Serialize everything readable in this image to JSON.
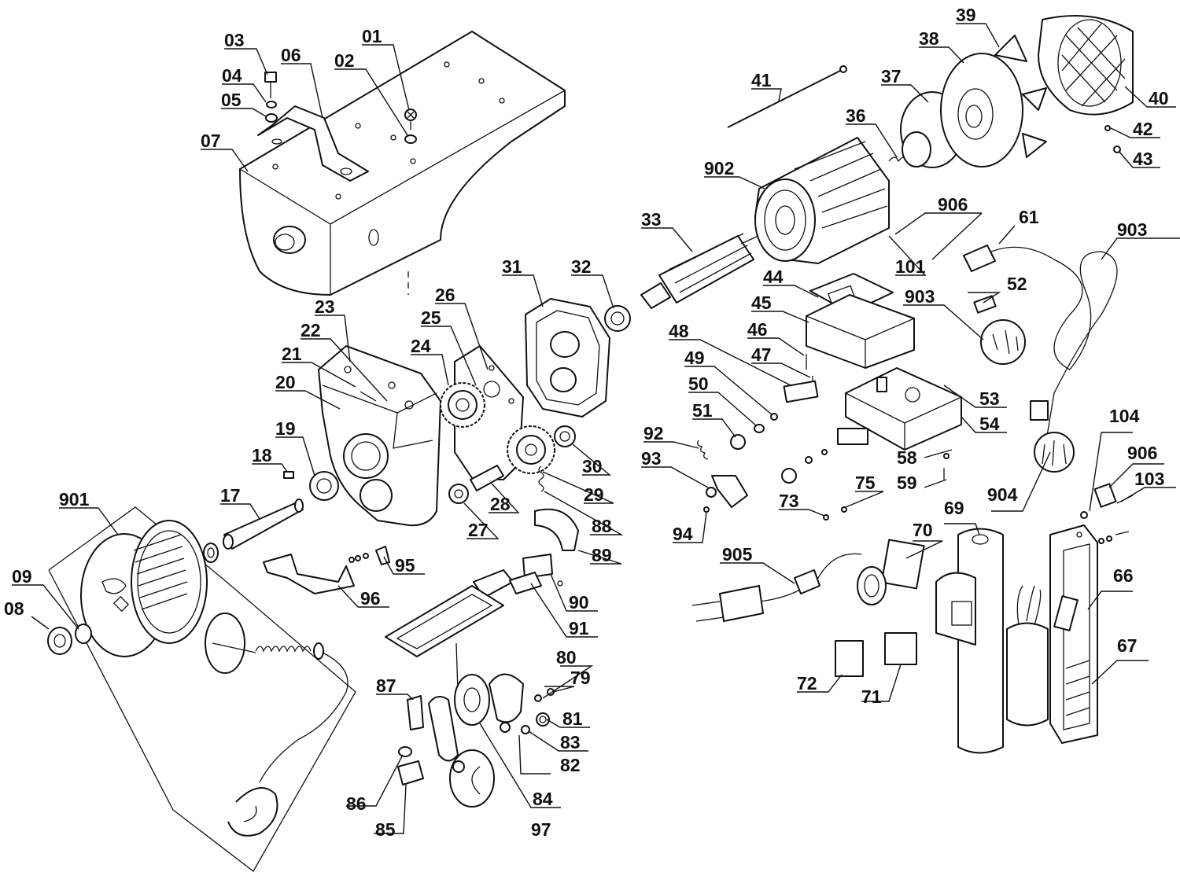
{
  "callouts": [
    {
      "id": "label-01",
      "text": "01"
    },
    {
      "id": "label-02",
      "text": "02"
    },
    {
      "id": "label-03",
      "text": "03"
    },
    {
      "id": "label-04",
      "text": "04"
    },
    {
      "id": "label-05",
      "text": "05"
    },
    {
      "id": "label-06",
      "text": "06"
    },
    {
      "id": "label-07",
      "text": "07"
    },
    {
      "id": "label-08",
      "text": "08"
    },
    {
      "id": "label-09",
      "text": "09"
    },
    {
      "id": "label-17",
      "text": "17"
    },
    {
      "id": "label-18",
      "text": "18"
    },
    {
      "id": "label-19",
      "text": "19"
    },
    {
      "id": "label-20",
      "text": "20"
    },
    {
      "id": "label-21",
      "text": "21"
    },
    {
      "id": "label-22",
      "text": "22"
    },
    {
      "id": "label-23",
      "text": "23"
    },
    {
      "id": "label-24",
      "text": "24"
    },
    {
      "id": "label-25",
      "text": "25"
    },
    {
      "id": "label-26",
      "text": "26"
    },
    {
      "id": "label-27",
      "text": "27"
    },
    {
      "id": "label-28",
      "text": "28"
    },
    {
      "id": "label-29",
      "text": "29"
    },
    {
      "id": "label-30",
      "text": "30"
    },
    {
      "id": "label-31",
      "text": "31"
    },
    {
      "id": "label-32",
      "text": "32"
    },
    {
      "id": "label-33",
      "text": "33"
    },
    {
      "id": "label-36",
      "text": "36"
    },
    {
      "id": "label-37",
      "text": "37"
    },
    {
      "id": "label-38",
      "text": "38"
    },
    {
      "id": "label-39",
      "text": "39"
    },
    {
      "id": "label-40",
      "text": "40"
    },
    {
      "id": "label-41",
      "text": "41"
    },
    {
      "id": "label-42",
      "text": "42"
    },
    {
      "id": "label-43",
      "text": "43"
    },
    {
      "id": "label-44",
      "text": "44"
    },
    {
      "id": "label-45",
      "text": "45"
    },
    {
      "id": "label-46",
      "text": "46"
    },
    {
      "id": "label-47",
      "text": "47"
    },
    {
      "id": "label-48",
      "text": "48"
    },
    {
      "id": "label-49",
      "text": "49"
    },
    {
      "id": "label-50",
      "text": "50"
    },
    {
      "id": "label-51",
      "text": "51"
    },
    {
      "id": "label-52",
      "text": "52"
    },
    {
      "id": "label-53",
      "text": "53"
    },
    {
      "id": "label-54",
      "text": "54"
    },
    {
      "id": "label-58",
      "text": "58"
    },
    {
      "id": "label-59",
      "text": "59"
    },
    {
      "id": "label-61",
      "text": "61"
    },
    {
      "id": "label-66",
      "text": "66"
    },
    {
      "id": "label-67",
      "text": "67"
    },
    {
      "id": "label-69",
      "text": "69"
    },
    {
      "id": "label-70",
      "text": "70"
    },
    {
      "id": "label-71",
      "text": "71"
    },
    {
      "id": "label-72",
      "text": "72"
    },
    {
      "id": "label-73",
      "text": "73"
    },
    {
      "id": "label-75",
      "text": "75"
    },
    {
      "id": "label-79",
      "text": "79"
    },
    {
      "id": "label-80",
      "text": "80"
    },
    {
      "id": "label-81",
      "text": "81"
    },
    {
      "id": "label-82",
      "text": "82"
    },
    {
      "id": "label-83",
      "text": "83"
    },
    {
      "id": "label-84",
      "text": "84"
    },
    {
      "id": "label-85",
      "text": "85"
    },
    {
      "id": "label-86",
      "text": "86"
    },
    {
      "id": "label-87",
      "text": "87"
    },
    {
      "id": "label-88",
      "text": "88"
    },
    {
      "id": "label-89",
      "text": "89"
    },
    {
      "id": "label-90",
      "text": "90"
    },
    {
      "id": "label-91",
      "text": "91"
    },
    {
      "id": "label-92",
      "text": "92"
    },
    {
      "id": "label-93",
      "text": "93"
    },
    {
      "id": "label-94",
      "text": "94"
    },
    {
      "id": "label-95",
      "text": "95"
    },
    {
      "id": "label-96",
      "text": "96"
    },
    {
      "id": "label-97",
      "text": "97"
    },
    {
      "id": "label-101",
      "text": "101"
    },
    {
      "id": "label-103",
      "text": "103"
    },
    {
      "id": "label-104",
      "text": "104"
    },
    {
      "id": "label-901",
      "text": "901"
    },
    {
      "id": "label-902",
      "text": "902"
    },
    {
      "id": "label-903a",
      "text": "903"
    },
    {
      "id": "label-903b",
      "text": "903"
    },
    {
      "id": "label-904",
      "text": "904"
    },
    {
      "id": "label-905",
      "text": "905"
    },
    {
      "id": "label-906a",
      "text": "906"
    },
    {
      "id": "label-906b",
      "text": "906"
    }
  ]
}
